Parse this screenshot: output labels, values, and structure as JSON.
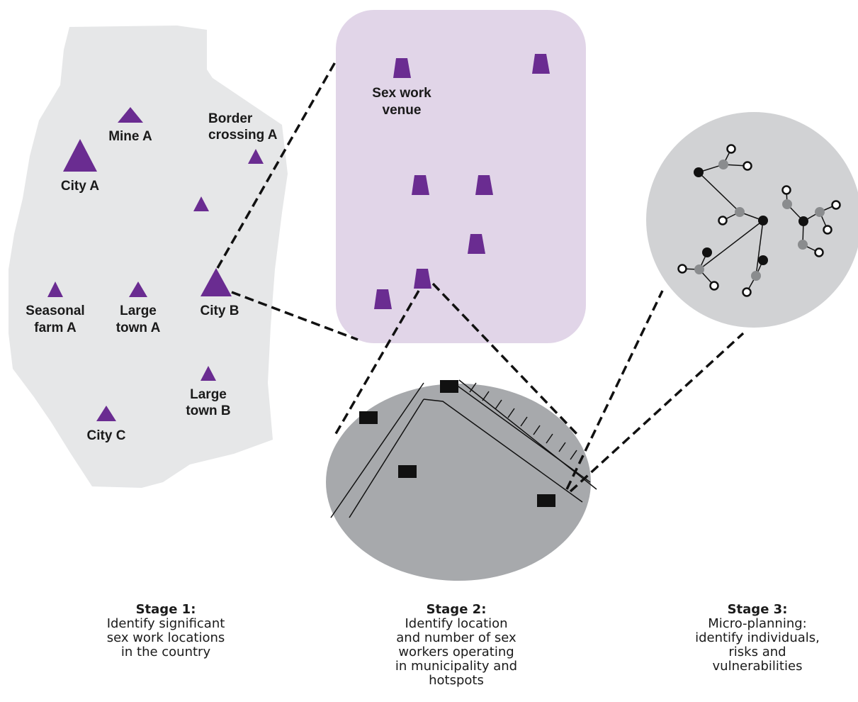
{
  "stage1": {
    "locations": {
      "mine_a": "Mine A",
      "border_1": "Border",
      "border_2": "crossing A",
      "city_a": "City A",
      "seasonal_1": "Seasonal",
      "seasonal_2": "farm A",
      "large_town_a_1": "Large",
      "large_town_a_2": "town A",
      "city_b": "City B",
      "large_town_b_1": "Large",
      "large_town_b_2": "town B",
      "city_c": "City C"
    },
    "caption_title": "Stage 1:",
    "caption_body": "Identify significant\nsex work locations\nin the country"
  },
  "stage2": {
    "venue_label_1": "Sex work",
    "venue_label_2": "venue",
    "caption_title": "Stage 2:",
    "caption_body": "Identify location\nand number of sex\nworkers operating\nin municipality and\nhotspots"
  },
  "stage3": {
    "caption_title": "Stage 3:",
    "caption_body": "Micro-planning:\nidentify individuals,\nrisks and\nvulnerabilities"
  },
  "colors": {
    "purple": "#6a2c91",
    "map_gray": "#e6e7e8",
    "venue_panel": "#e1d5e8",
    "hotspot_gray": "#a7a9ac",
    "network_gray": "#d1d2d4"
  }
}
